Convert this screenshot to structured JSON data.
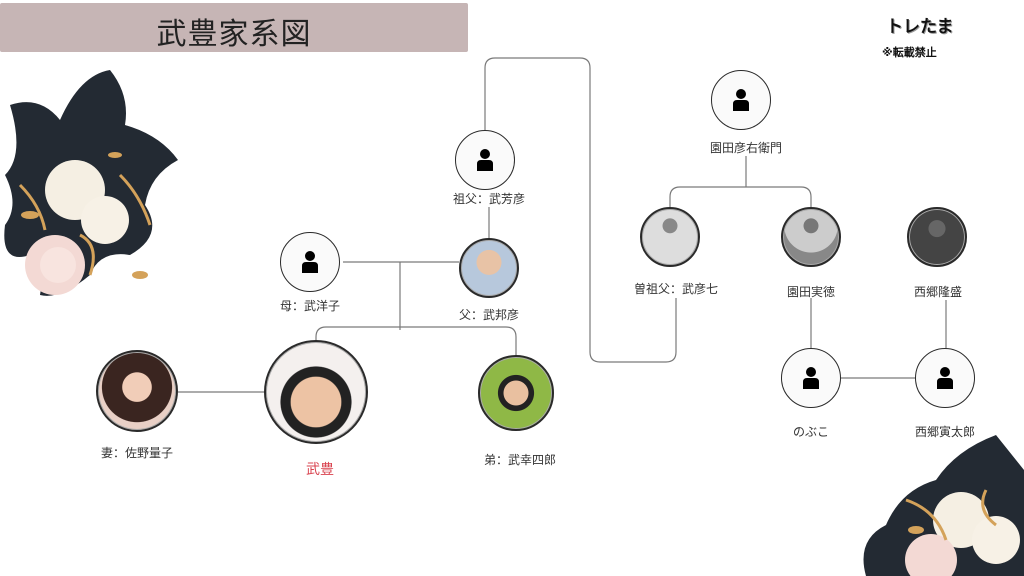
{
  "title": "武豊家系図",
  "brand": "トレたま",
  "notice": "※転載禁止",
  "colors": {
    "title_bg": "#c6b5b5",
    "self_label": "#d9434f",
    "line": "#777777"
  },
  "people": {
    "sonoda_hikouemon": {
      "label": "園田彦右衛門",
      "image": "person-icon"
    },
    "grandfather": {
      "label": "祖父：武芳彦",
      "image": "person-icon"
    },
    "mother": {
      "label": "母：武洋子",
      "image": "person-icon"
    },
    "father": {
      "label": "父：武邦彦",
      "image": "photo"
    },
    "great_grandfather": {
      "label": "曽祖父：武彦七",
      "image": "photo"
    },
    "sonoda_sanetoku": {
      "label": "園田実徳",
      "image": "photo"
    },
    "saigo_takamori": {
      "label": "西郷隆盛",
      "image": "photo"
    },
    "wife": {
      "label": "妻：佐野量子",
      "image": "photo"
    },
    "self": {
      "label": "武豊",
      "image": "photo"
    },
    "brother": {
      "label": "弟：武幸四郎",
      "image": "photo"
    },
    "nobuko": {
      "label": "のぶこ",
      "image": "person-icon"
    },
    "saigo_toratarou": {
      "label": "西郷寅太郎",
      "image": "person-icon"
    }
  }
}
